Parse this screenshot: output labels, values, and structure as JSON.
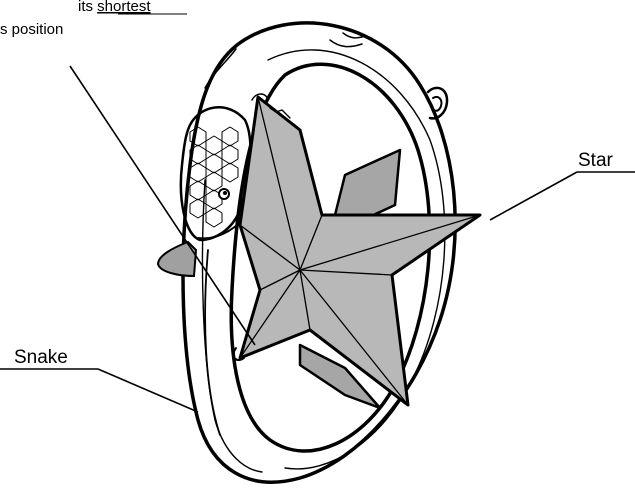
{
  "caption": {
    "line1_prefix": "its ",
    "line1_emphasis": "shortest",
    "line2": "s position"
  },
  "labels": {
    "star": "Star",
    "snake": "Snake"
  },
  "colors": {
    "star_fill": "#b8b8b8",
    "star_shadow_fill": "#a6a6a6",
    "ink": "#000000",
    "background": "#ffffff"
  }
}
